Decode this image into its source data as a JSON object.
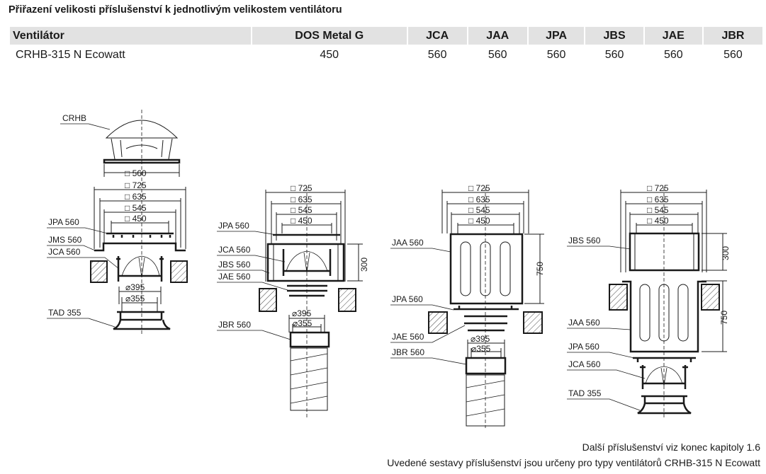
{
  "title": "Přiřazení velikosti příslušenství k jednotlivým velikostem ventilátoru",
  "table": {
    "headers": [
      "Ventilátor",
      "DOS Metal G",
      "JCA",
      "JAA",
      "JPA",
      "JBS",
      "JAE",
      "JBR"
    ],
    "rows": [
      [
        "CRHB-315 N Ecowatt",
        "450",
        "560",
        "560",
        "560",
        "560",
        "560",
        "560"
      ]
    ]
  },
  "diagrams": {
    "d1": {
      "crhb": "CRHB",
      "jpa": "JPA 560",
      "jms": "JMS 560",
      "jca": "JCA 560",
      "tad": "TAD 355",
      "dim560": "□ 560",
      "dim725": "□ 725",
      "dim635": "□ 635",
      "dim545": "□ 545",
      "dim450": "□ 450",
      "dim395": "⌀395",
      "dim355": "⌀355"
    },
    "d2": {
      "jpa": "JPA 560",
      "jca": "JCA 560",
      "jbs": "JBS 560",
      "jae": "JAE 560",
      "jbr": "JBR 560",
      "dim725": "□ 725",
      "dim635": "□ 635",
      "dim545": "□ 545",
      "dim450": "□ 450",
      "dim300": "300",
      "dim395": "⌀395",
      "dim355": "⌀355"
    },
    "d3": {
      "jaa": "JAA 560",
      "jpa": "JPA 560",
      "jae": "JAE 560",
      "jbr": "JBR 560",
      "dim725": "□ 725",
      "dim635": "□ 635",
      "dim545": "□ 545",
      "dim450": "□ 450",
      "dim750": "750",
      "dim395": "⌀395",
      "dim355": "⌀355"
    },
    "d4": {
      "jbs": "JBS 560",
      "jaa": "JAA 560",
      "jpa": "JPA 560",
      "jca": "JCA 560",
      "tad": "TAD 355",
      "dim725": "□ 725",
      "dim635": "□ 635",
      "dim545": "□ 545",
      "dim450": "□ 450",
      "dim300": "300",
      "dim750": "750"
    }
  },
  "footer": {
    "line1": "Další příslušenství viz konec kapitoly 1.6",
    "line2": "Uvedené sestavy příslušenství jsou určeny pro typy ventilátorů CRHB-315 N Ecowatt"
  }
}
